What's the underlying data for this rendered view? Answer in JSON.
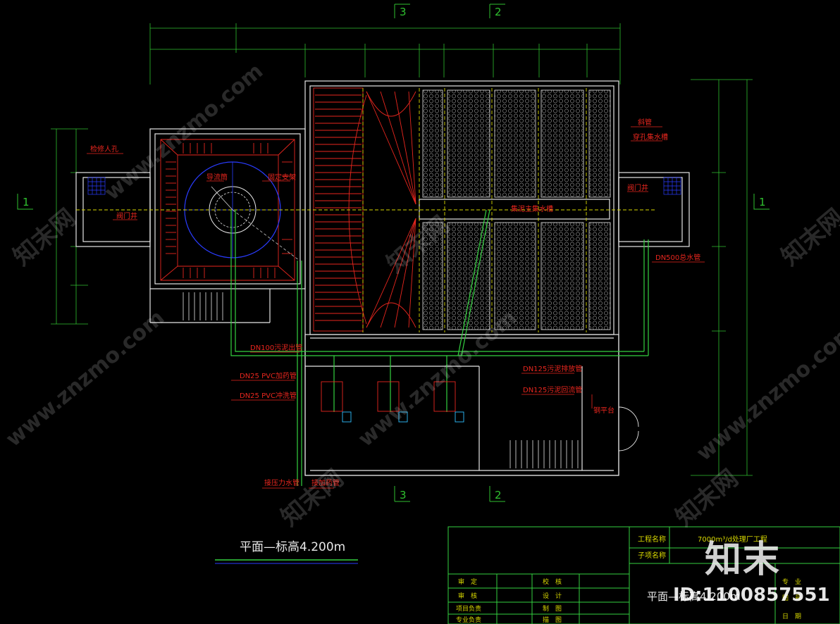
{
  "drawing": {
    "plan_title": "平面—标高4.200m",
    "axis_marks": {
      "top_left": "3",
      "top_right": "2",
      "bottom_left": "3",
      "bottom_right": "2",
      "left": "1",
      "right": "1"
    }
  },
  "labels": {
    "access_hole": "检修人孔",
    "diversion_cone": "导流筒",
    "fixed_support": "固定支架",
    "valve_well_left": "阀门井",
    "valve_well_right": "阀门井",
    "inclined_pipe": "斜管",
    "water_collection_trough": "穿孔集水槽",
    "main_collection_channel": "集泥主集水槽",
    "dn500_main": "DN500总水管",
    "dn100_sludge": "DN100污泥出管",
    "dn25_dosing": "DN25 PVC加药管",
    "dn25_flush": "DN25 PVC冲洗管",
    "dn125_sludge_discharge": "DN125污泥排放管",
    "dn125_sludge_return": "DN125污泥回流管",
    "steel_platform": "钢平台",
    "pressure_pipe": "接压力水管",
    "dosing_pipe": "接加药管"
  },
  "title_block": {
    "project_name_label": "工程名称",
    "project_name_value": "7000m³/d处理厂工程",
    "subitem_label": "子项名称",
    "drawing_name": "平面—标高4.200m",
    "roles_left": [
      "审　定",
      "审　核",
      "项目负责",
      "专业负责"
    ],
    "roles_right": [
      "校　核",
      "设　计",
      "制　图",
      "描　图"
    ],
    "stamp_a": "专　业",
    "stamp_b": "图　号",
    "stamp_c": "日　期"
  },
  "watermarks": {
    "site": "www.znzmo.com",
    "brand": "知末网",
    "logo_text": "知末",
    "id_text": "ID:1100857551"
  }
}
